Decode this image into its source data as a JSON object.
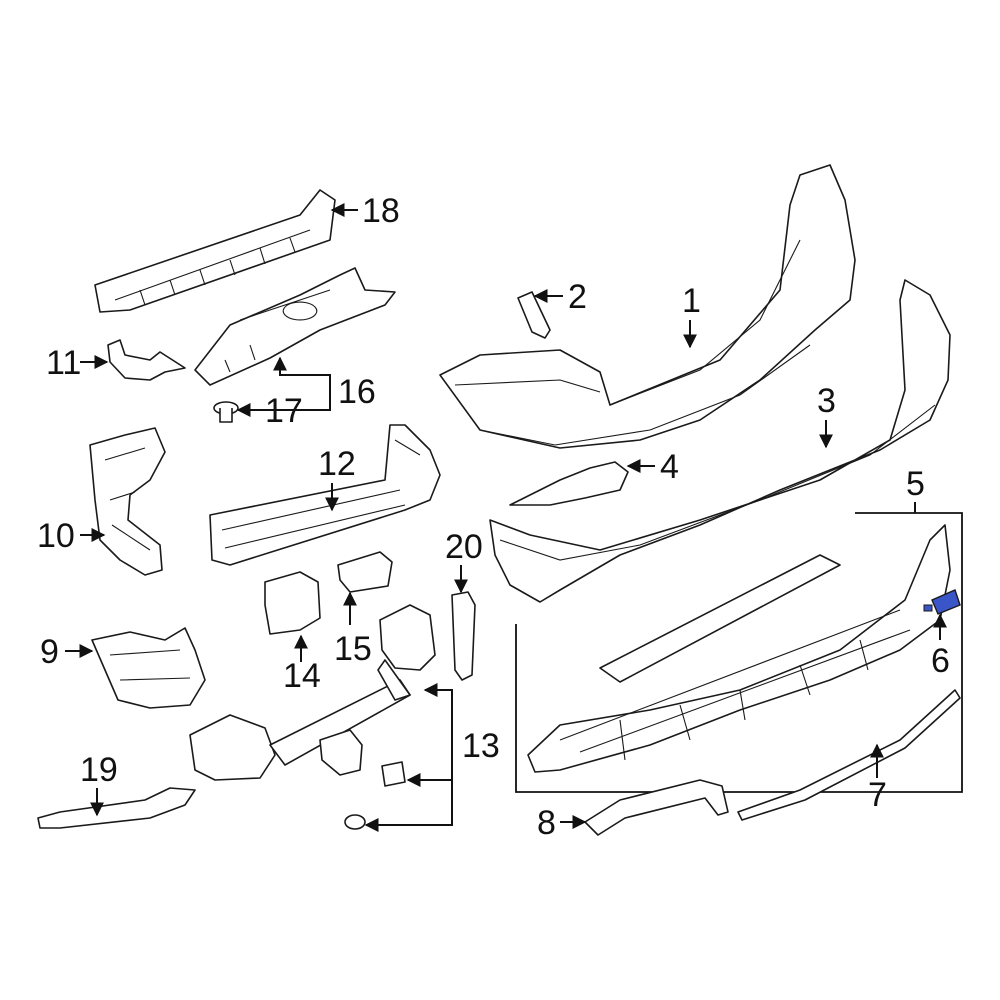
{
  "title": "",
  "highlight_color": "#3a55c8",
  "callouts": [
    {
      "id": "1",
      "text": "1"
    },
    {
      "id": "2",
      "text": "2"
    },
    {
      "id": "3",
      "text": "3"
    },
    {
      "id": "4",
      "text": "4"
    },
    {
      "id": "5",
      "text": "5"
    },
    {
      "id": "6",
      "text": "6"
    },
    {
      "id": "7",
      "text": "7"
    },
    {
      "id": "8",
      "text": "8"
    },
    {
      "id": "9",
      "text": "9"
    },
    {
      "id": "10",
      "text": "10"
    },
    {
      "id": "11",
      "text": "11"
    },
    {
      "id": "12",
      "text": "12"
    },
    {
      "id": "13",
      "text": "13"
    },
    {
      "id": "14",
      "text": "14"
    },
    {
      "id": "15",
      "text": "15"
    },
    {
      "id": "16",
      "text": "16"
    },
    {
      "id": "17",
      "text": "17"
    },
    {
      "id": "18",
      "text": "18"
    },
    {
      "id": "19",
      "text": "19"
    },
    {
      "id": "20",
      "text": "20"
    }
  ]
}
